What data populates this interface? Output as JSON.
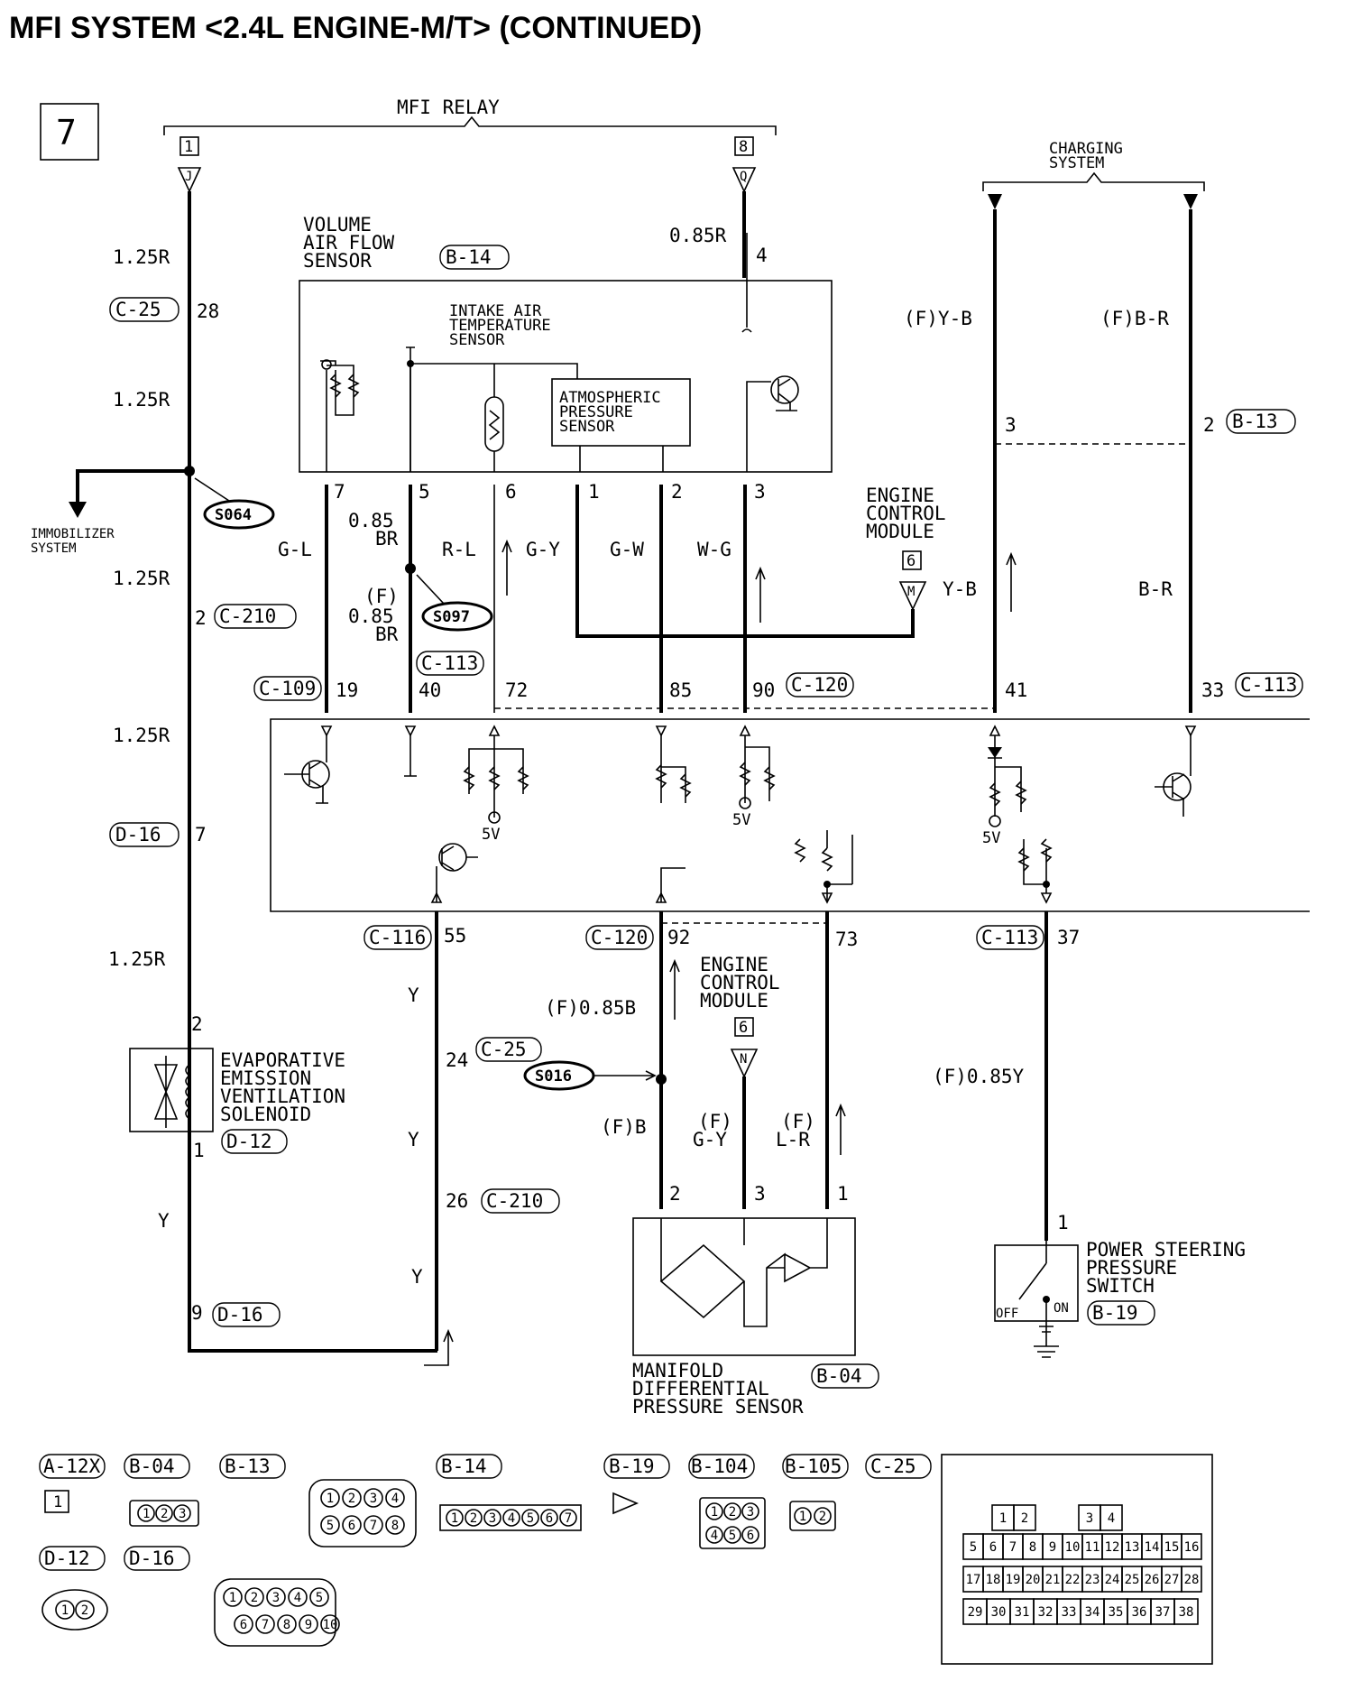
{
  "title": "MFI SYSTEM <2.4L ENGINE-M/T> (CONTINUED)",
  "page_number": "7",
  "mfi_relay": {
    "label": "MFI RELAY",
    "pin_left": "1",
    "pin_left_letter": "J",
    "pin_right": "8",
    "pin_right_letter": "Q"
  },
  "charging_system": {
    "line1": "CHARGING",
    "line2": "SYSTEM"
  },
  "volume_air_flow_sensor": {
    "line1": "VOLUME",
    "line2": "AIR FLOW",
    "line3": "SENSOR",
    "connector": "B-14",
    "intake_air_temp": [
      "INTAKE AIR",
      "TEMPERATURE",
      "SENSOR"
    ],
    "atmospheric": [
      "ATMOSPHERIC",
      "PRESSURE",
      "SENSOR"
    ],
    "pins": [
      "7",
      "5",
      "6",
      "1",
      "2",
      "3",
      "4"
    ]
  },
  "left_wire": {
    "spec1": "1.25R",
    "conn1": "C-25",
    "pin1": "28",
    "spec2": "1.25R",
    "spec3": "1.25R",
    "pin_c210": "2",
    "conn_c210": "C-210",
    "spec4": "1.25R",
    "conn_d16": "D-16",
    "pin_d16": "7",
    "spec5": "1.25R"
  },
  "immobilizer": {
    "line1": "IMMOBILIZER",
    "line2": "SYSTEM"
  },
  "splices": {
    "s064": "S064",
    "s097": "S097",
    "s016": "S016"
  },
  "upper_wires": {
    "w_085r": "0.85R",
    "gl": "G-L",
    "br1": "0.85",
    "br1b": "BR",
    "f_label": "(F)",
    "br2": "0.85",
    "br2b": "BR",
    "rl": "R-L",
    "gy": "G-Y",
    "gw": "G-W",
    "wg": "W-G",
    "fyb": "(F)Y-B",
    "fbr": "(F)B-R",
    "yb": "Y-B",
    "br": "B-R",
    "pin3": "3",
    "pin2": "2",
    "conn_b13": "B-13"
  },
  "ecm_top": {
    "line1": "ENGINE",
    "line2": "CONTROL",
    "line3": "MODULE",
    "pin": "6",
    "letter": "M"
  },
  "ecm_bottom": {
    "line1": "ENGINE",
    "line2": "CONTROL",
    "line3": "MODULE",
    "pin": "6",
    "letter": "N"
  },
  "ecm_pins_top": {
    "c109": "C-109",
    "p19": "19",
    "c113a": "C-113",
    "p40": "40",
    "p72": "72",
    "p85": "85",
    "p90": "90",
    "c120": "C-120",
    "p41": "41",
    "p33": "33",
    "c113b": "C-113"
  },
  "ecm_internal": {
    "v1": "5V",
    "v2": "5V",
    "v3": "5V"
  },
  "ecm_pins_bottom": {
    "c116": "C-116",
    "p55": "55",
    "c120": "C-120",
    "p92": "92",
    "p73": "73",
    "c113": "C-113",
    "p37": "37"
  },
  "lower_wires": {
    "y1": "Y",
    "y2": "Y",
    "y3": "Y",
    "y4": "Y",
    "pin24": "24",
    "c25": "C-25",
    "pin26": "26",
    "c210": "C-210",
    "f085b": "(F)0.85B",
    "fb": "(F)B",
    "fgy1": "(F)",
    "fgy2": "G-Y",
    "flr1": "(F)",
    "flr2": "L-R",
    "f085y": "(F)0.85Y",
    "pin2_evap": "2",
    "pin1_evap": "1",
    "pin9": "9",
    "d16": "D-16"
  },
  "evap_solenoid": {
    "line1": "EVAPORATIVE",
    "line2": "EMISSION",
    "line3": "VENTILATION",
    "line4": "SOLENOID",
    "connector": "D-12"
  },
  "mdp_sensor": {
    "line1": "MANIFOLD",
    "line2": "DIFFERENTIAL",
    "line3": "PRESSURE SENSOR",
    "connector": "B-04",
    "pins": [
      "2",
      "3",
      "1"
    ]
  },
  "ps_switch": {
    "line1": "POWER STEERING",
    "line2": "PRESSURE",
    "line3": "SWITCH",
    "connector": "B-19",
    "off": "OFF",
    "on": "ON",
    "pin": "1"
  },
  "connector_legend": {
    "a12x": "A-12X",
    "b04": "B-04",
    "b13": "B-13",
    "b14": "B-14",
    "b19": "B-19",
    "b104": "B-104",
    "b105": "B-105",
    "c25": "C-25",
    "d12": "D-12",
    "d16": "D-16",
    "a12x_pins": [
      "1"
    ],
    "b04_pins": [
      "1",
      "2",
      "3"
    ],
    "b13_pins": [
      "1",
      "2",
      "3",
      "4",
      "5",
      "6",
      "7",
      "8"
    ],
    "b14_pins": [
      "1",
      "2",
      "3",
      "4",
      "5",
      "6",
      "7"
    ],
    "b104_pins": [
      "1",
      "2",
      "3",
      "4",
      "5",
      "6"
    ],
    "b105_pins": [
      "1",
      "2"
    ],
    "d12_pins": [
      "1",
      "2"
    ],
    "d16_pins": [
      "1",
      "2",
      "3",
      "4",
      "5",
      "6",
      "7",
      "8",
      "9",
      "10"
    ],
    "c25_pins": [
      "1",
      "2",
      "3",
      "4",
      "5",
      "6",
      "7",
      "8",
      "9",
      "10",
      "11",
      "12",
      "13",
      "14",
      "15",
      "16",
      "17",
      "18",
      "19",
      "20",
      "21",
      "22",
      "23",
      "24",
      "25",
      "26",
      "27",
      "28",
      "29",
      "30",
      "31",
      "32",
      "33",
      "34",
      "35",
      "36",
      "37",
      "38"
    ]
  }
}
